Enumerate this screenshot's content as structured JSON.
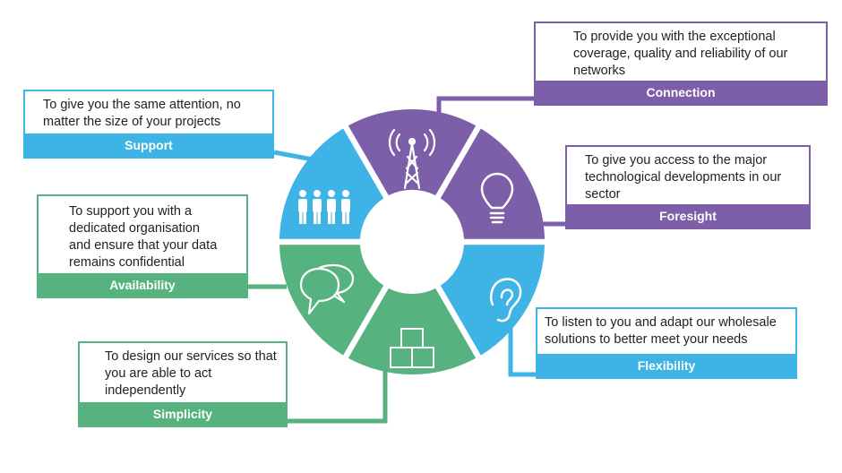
{
  "colors": {
    "purple": "#7d5ea8",
    "blue": "#3eb3e6",
    "green": "#56b37f"
  },
  "cards": {
    "connection": {
      "text": "To provide you with the exceptional coverage, quality and reliability of our networks",
      "title": "Connection"
    },
    "foresight": {
      "text": "To give you access to the major technological developments in our sector",
      "title": "Foresight"
    },
    "flexibility": {
      "text": "To listen to you and adapt our wholesale solutions to better meet your needs",
      "title": "Flexibility"
    },
    "simplicity": {
      "text": "To design our services so that you are able to act independently",
      "title": "Simplicity"
    },
    "availability": {
      "text": "To support you with a dedicated organisation and ensure that your data remains confidential",
      "title": "Availability"
    },
    "support": {
      "text": "To give you the same attention, no matter the size of your projects",
      "title": "Support"
    }
  },
  "segments": [
    {
      "key": "connection",
      "icon": "antenna-tower-icon",
      "color": "purple"
    },
    {
      "key": "foresight",
      "icon": "lightbulb-icon",
      "color": "purple"
    },
    {
      "key": "flexibility",
      "icon": "ear-icon",
      "color": "blue"
    },
    {
      "key": "simplicity",
      "icon": "stacked-boxes-icon",
      "color": "green"
    },
    {
      "key": "availability",
      "icon": "speech-bubbles-icon",
      "color": "green"
    },
    {
      "key": "support",
      "icon": "people-icon",
      "color": "blue"
    }
  ]
}
